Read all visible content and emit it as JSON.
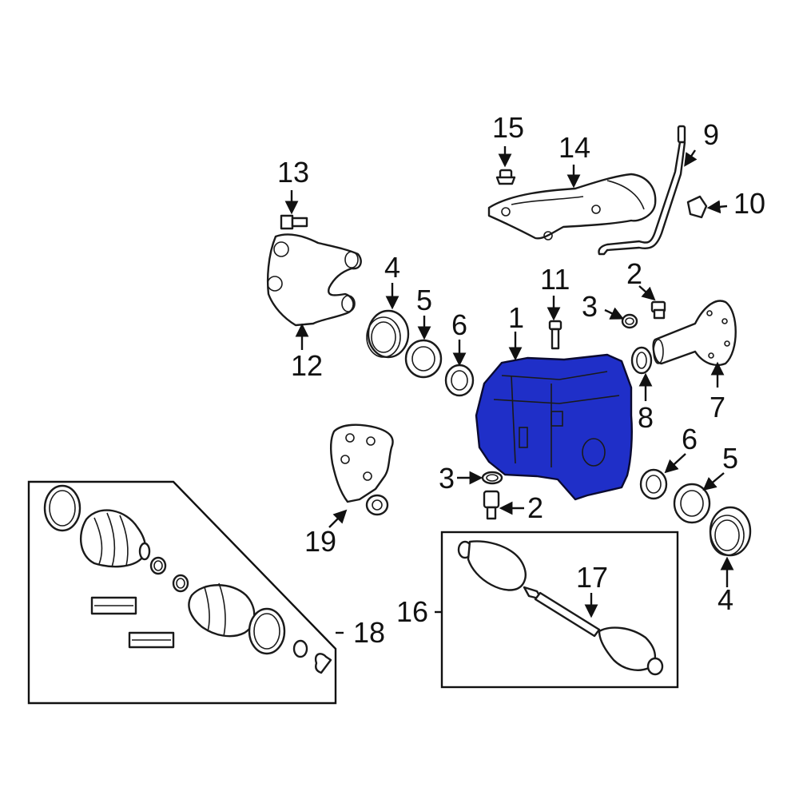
{
  "diagram": {
    "highlight_color": "#1f2fc8",
    "callouts": {
      "c1": "1",
      "c2a": "2",
      "c2b": "2",
      "c3a": "3",
      "c3b": "3",
      "c4a": "4",
      "c4b": "4",
      "c5a": "5",
      "c5b": "5",
      "c6a": "6",
      "c6b": "6",
      "c7": "7",
      "c8": "8",
      "c9": "9",
      "c10": "10",
      "c11": "11",
      "c12": "12",
      "c13": "13",
      "c14": "14",
      "c15": "15",
      "c16": "16",
      "c17": "17",
      "c18": "18",
      "c19": "19"
    }
  }
}
